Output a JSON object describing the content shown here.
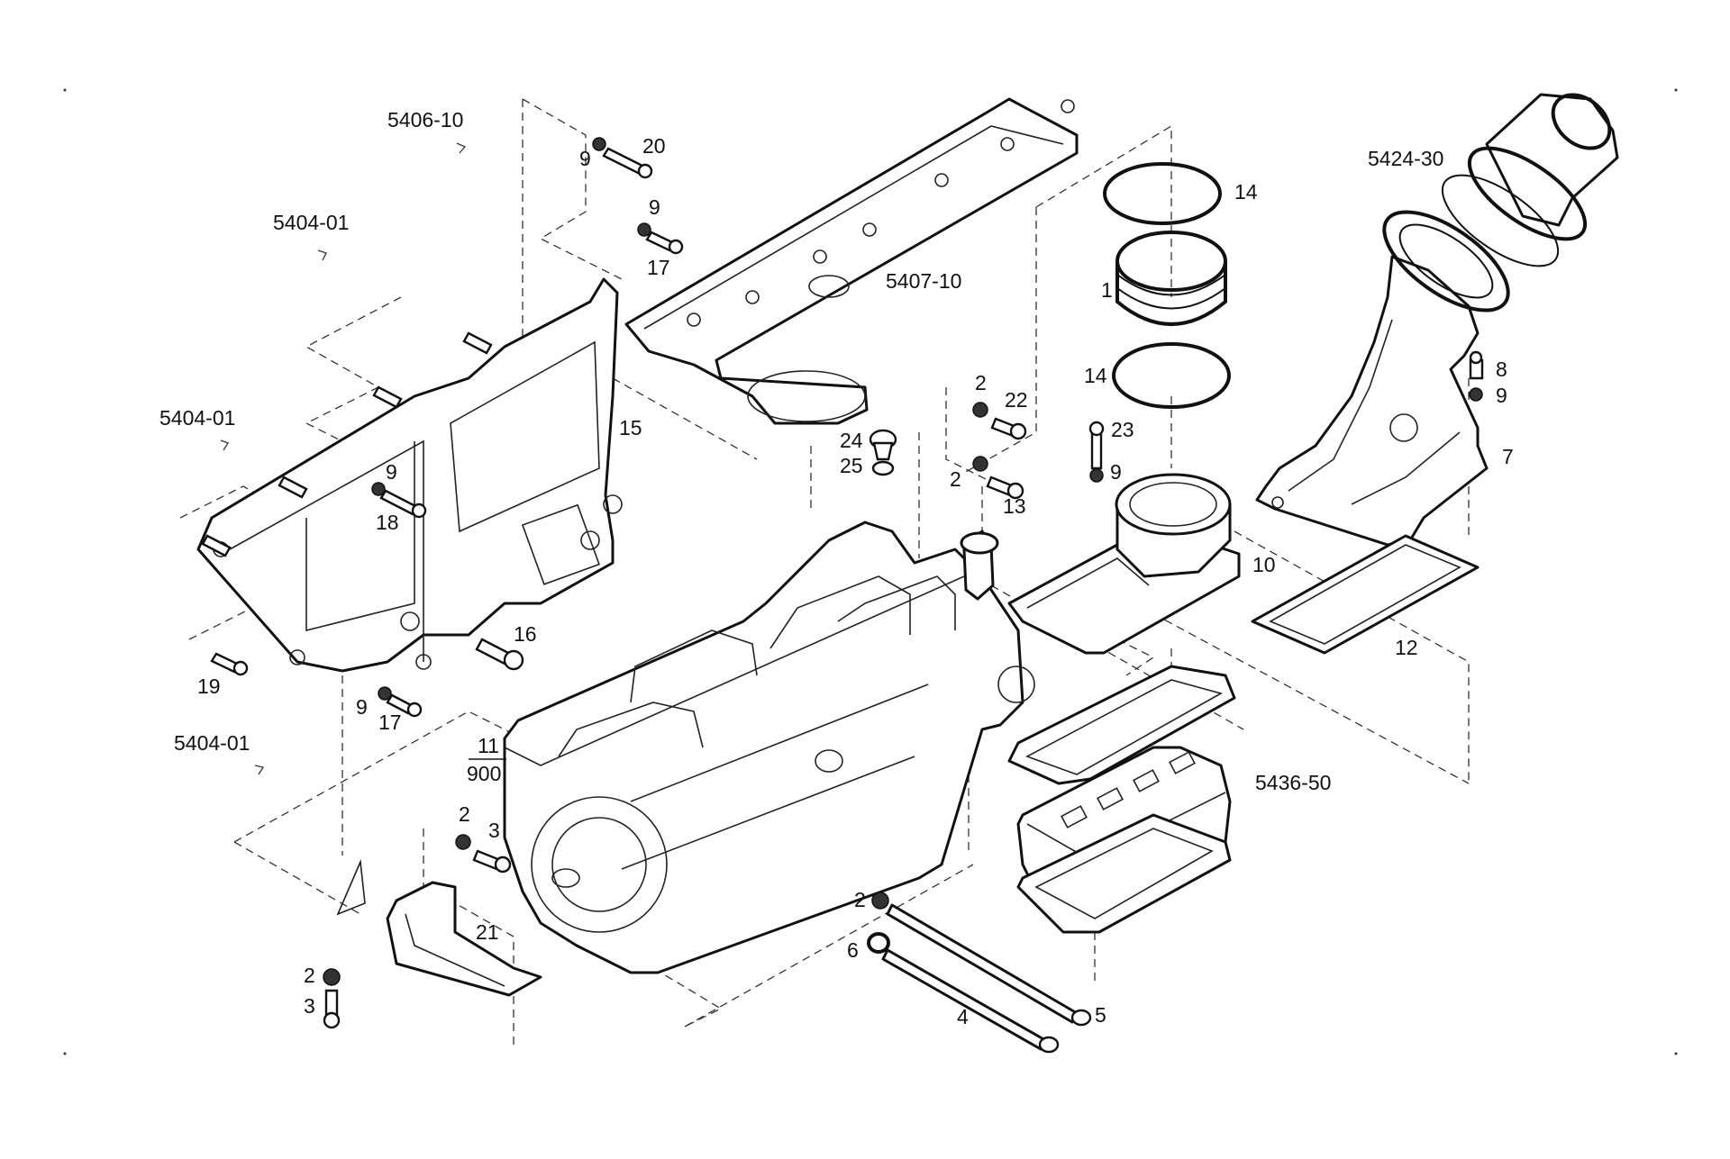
{
  "labels": {
    "ref_5406_10": "5406-10",
    "ref_5404_01_top": "5404-01",
    "ref_5404_01_mid": "5404-01",
    "ref_5404_01_bottom": "5404-01",
    "ref_5407_10": "5407-10",
    "ref_5424_30": "5424-30",
    "ref_5436_50": "5436-50",
    "ref_11": "11",
    "ref_900": "900",
    "p1": "1",
    "p2_a": "2",
    "p2_b": "2",
    "p2_c": "2",
    "p2_d": "2",
    "p2_e": "2",
    "p3_a": "3",
    "p3_b": "3",
    "p4": "4",
    "p5": "5",
    "p6": "6",
    "p7": "7",
    "p8": "8",
    "p9_a": "9",
    "p9_b": "9",
    "p9_c": "9",
    "p9_d": "9",
    "p9_e": "9",
    "p9_f": "9",
    "p10": "10",
    "p12": "12",
    "p13": "13",
    "p14_a": "14",
    "p14_b": "14",
    "p15": "15",
    "p16": "16",
    "p17_a": "17",
    "p17_b": "17",
    "p18": "18",
    "p19": "19",
    "p20": "20",
    "p21": "21",
    "p22": "22",
    "p23": "23",
    "p24": "24",
    "p25": "25"
  }
}
